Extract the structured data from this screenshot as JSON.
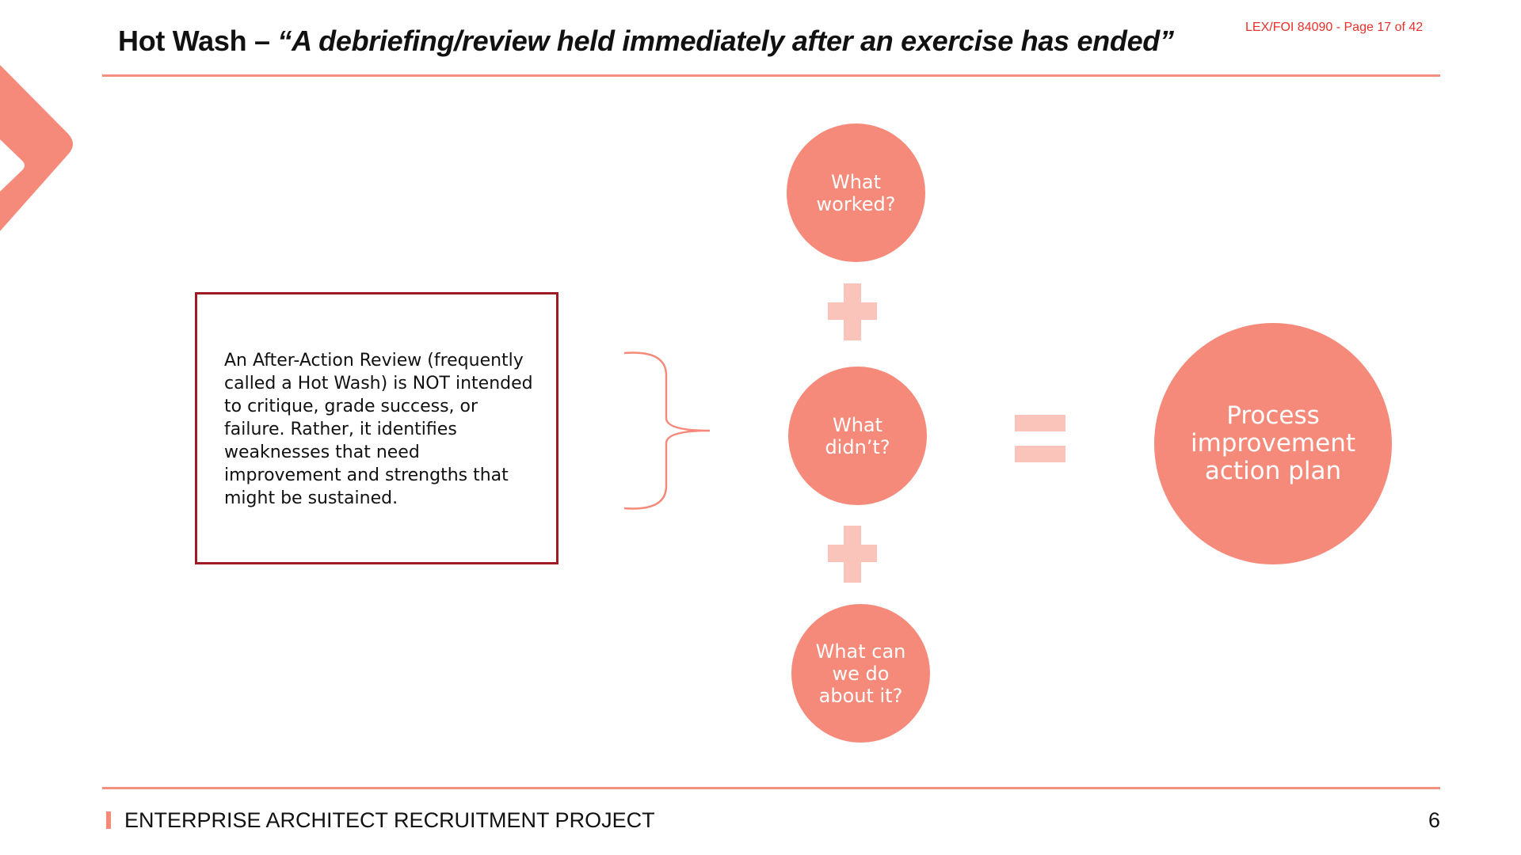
{
  "header": {
    "title_prefix": "Hot Wash – ",
    "title_quote": "“A debriefing/review held immediately after an exercise has ended”",
    "stamp": "LEX/FOI 84090 - Page 17 of 42"
  },
  "body": {
    "description": "An After-Action Review (frequently called a Hot Wash) is NOT intended to critique, grade success, or failure. Rather, it identifies weaknesses that need improvement and strengths that might be sustained."
  },
  "diagram": {
    "q1": [
      "What",
      "worked?"
    ],
    "q2": [
      "What",
      "didn’t?"
    ],
    "q3": [
      "What can",
      "we do",
      "about it?"
    ],
    "result": [
      "Process",
      "improvement",
      "action plan"
    ]
  },
  "footer": {
    "project": "ENTERPRISE ARCHITECT RECRUITMENT PROJECT",
    "page_number": "6"
  },
  "colors": {
    "accent": "#f58a7a",
    "accent_light": "#fbc4bb",
    "box_border": "#9e1b24",
    "stamp": "#e8302a"
  }
}
